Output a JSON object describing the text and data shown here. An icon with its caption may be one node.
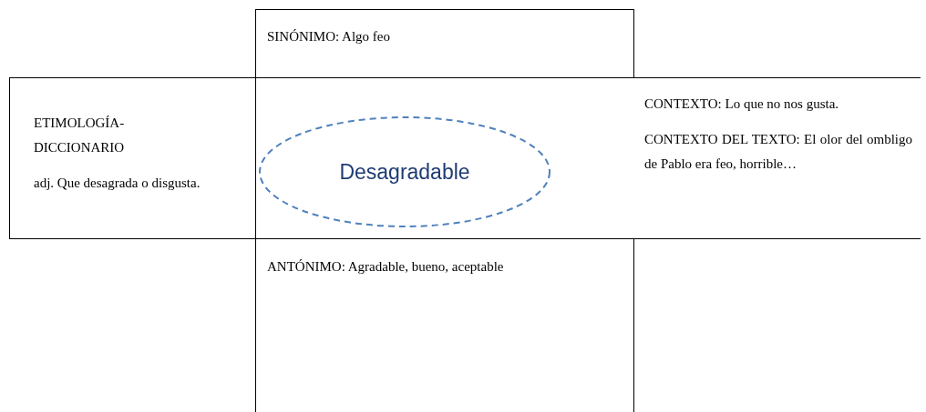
{
  "diagram": {
    "nodes": [
      {
        "text": [
          "SINÓNIMO: Algo feo"
        ]
      },
      {
        "text": [
          "ETIMOLOGÍA-DICCIONARIO",
          "adj. Que desagrada o disgusta."
        ]
      },
      {
        "text": [
          "Desagradable"
        ]
      },
      {
        "text": [
          "CONTEXTO: Lo que no nos gusta.",
          "CONTEXTO DEL TEXTO: El olor del ombligo de Pablo era feo, horrible…"
        ]
      },
      {
        "text": [
          "ANTÓNIMO: Agradable, bueno, aceptable"
        ]
      }
    ],
    "edges": []
  }
}
